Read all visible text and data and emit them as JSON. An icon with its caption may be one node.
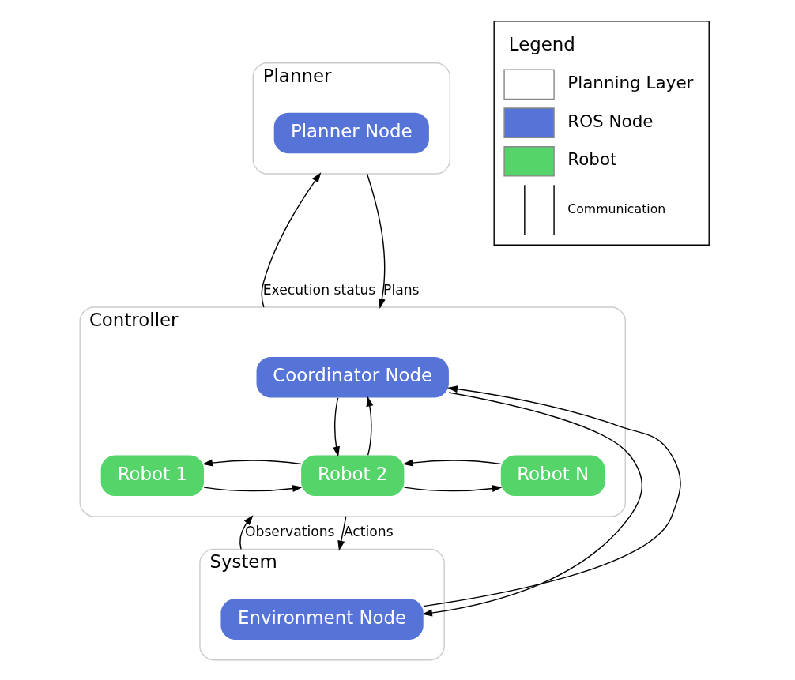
{
  "diagram": {
    "nodes": [
      {
        "text": [
          "Planner"
        ]
      },
      {
        "text": [
          "Planner Node"
        ],
        "in": 0
      },
      {
        "text": [
          "Controller"
        ]
      },
      {
        "text": [
          "Coordinator Node"
        ],
        "in": 2
      },
      {
        "text": [
          "Robot 1"
        ],
        "in": 2
      },
      {
        "text": [
          "Robot 2"
        ],
        "in": 2
      },
      {
        "text": [
          "Robot N"
        ],
        "in": 2
      },
      {
        "text": [
          "System"
        ]
      },
      {
        "text": [
          "Environment Node"
        ],
        "in": 7
      }
    ],
    "edges": [
      {
        "from": 2,
        "to": 0,
        "arrow": "to",
        "label": "Execution status"
      },
      {
        "from": 0,
        "to": 2,
        "arrow": "to",
        "label": "Plans"
      },
      {
        "from": 5,
        "to": 3,
        "arrow": "to"
      },
      {
        "from": 3,
        "to": 5,
        "arrow": "to"
      },
      {
        "from": 4,
        "to": 5,
        "arrow": "to"
      },
      {
        "from": 5,
        "to": 4,
        "arrow": "to"
      },
      {
        "from": 5,
        "to": 6,
        "arrow": "to"
      },
      {
        "from": 6,
        "to": 5,
        "arrow": "to"
      },
      {
        "from": 7,
        "to": 2,
        "arrow": "to",
        "label": "Observations"
      },
      {
        "from": 2,
        "to": 7,
        "arrow": "to",
        "label": "Actions"
      },
      {
        "from": 3,
        "to": 8,
        "arrow": "to"
      },
      {
        "from": 8,
        "to": 3,
        "arrow": "to"
      }
    ],
    "labels": [
      "Legend"
    ],
    "legend": [
      {
        "text": "Planning Layer",
        "color": "#ffffff"
      },
      {
        "text": "ROS Node",
        "color": "#5673d8"
      },
      {
        "text": "Robot",
        "color": "#55d46a"
      },
      {
        "text": "Communication"
      }
    ]
  }
}
